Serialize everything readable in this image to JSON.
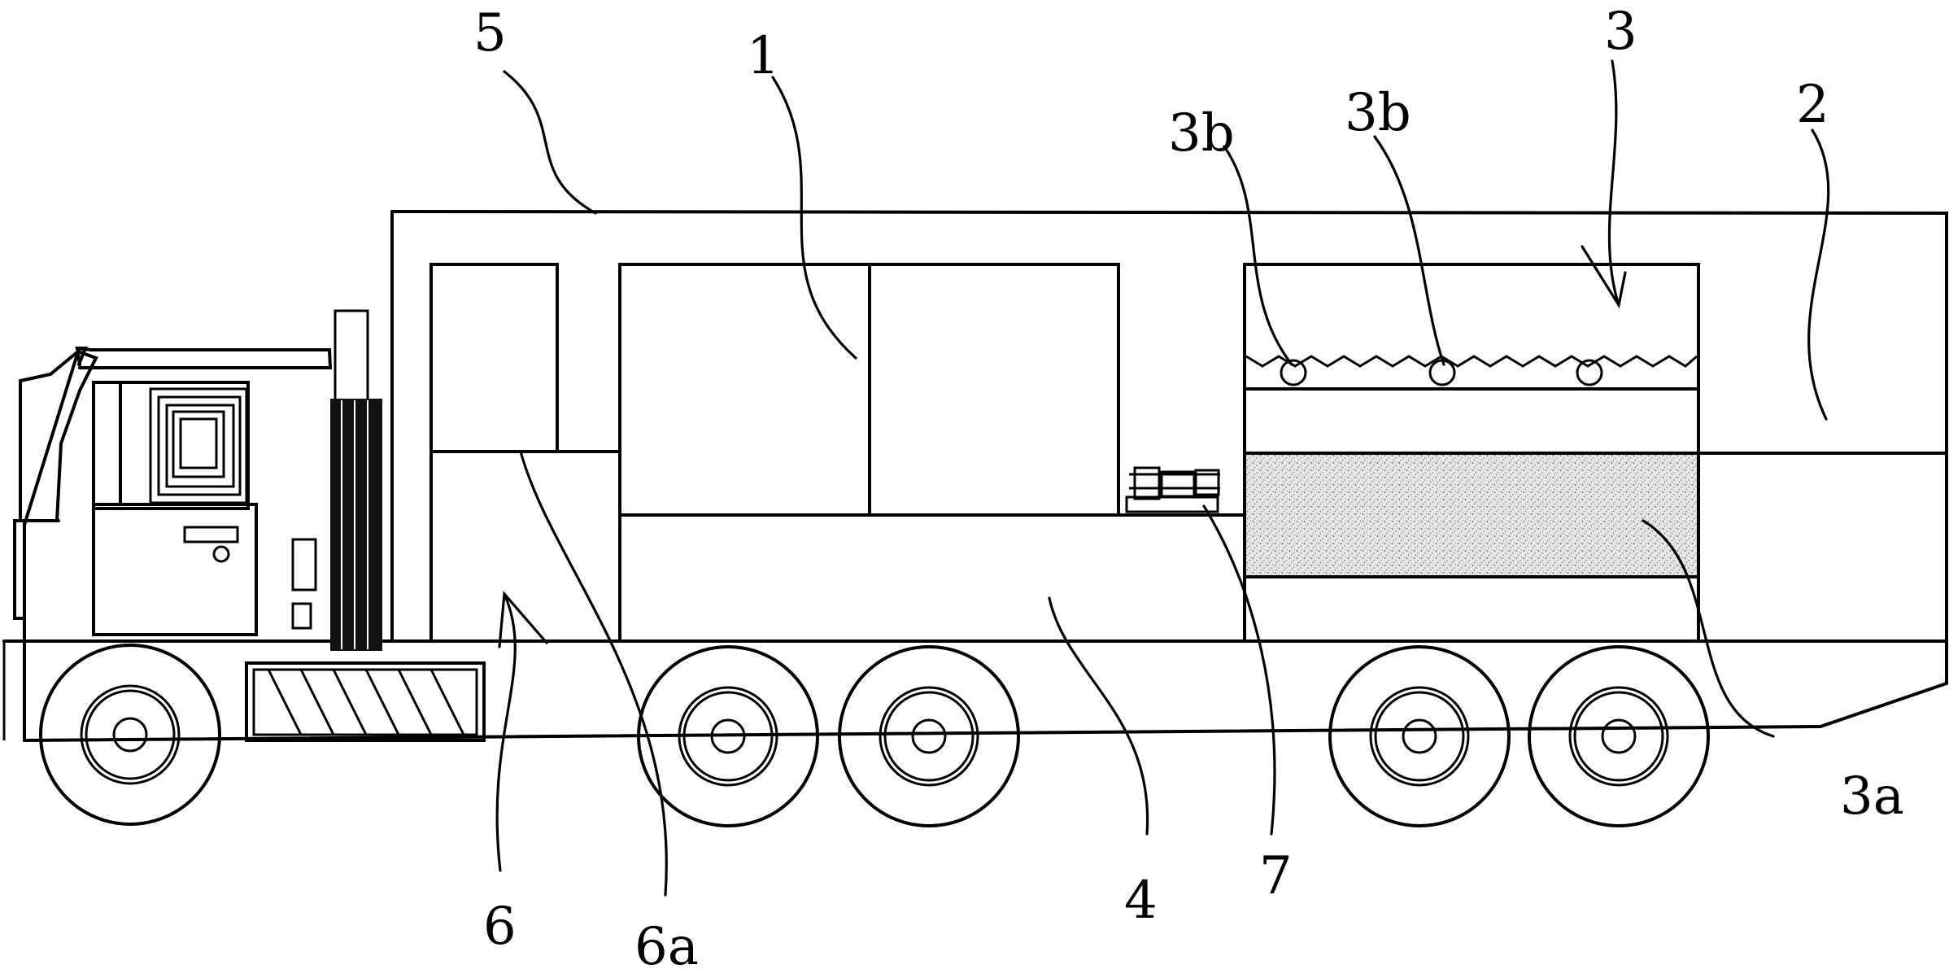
{
  "labels": {
    "l5": "5",
    "l1": "1",
    "l3b_left": "3b",
    "l3b_right": "3b",
    "l3": "3",
    "l2": "2",
    "l3a": "3a",
    "l6": "6",
    "l6a": "6a",
    "l4": "4",
    "l7": "7"
  }
}
